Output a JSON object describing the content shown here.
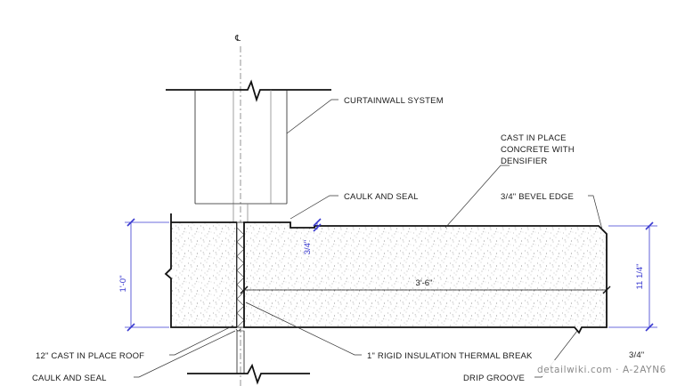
{
  "symbols": {
    "centerline": "℄"
  },
  "labels": {
    "curtainwall": "CURTAINWALL SYSTEM",
    "concrete_line1": "CAST IN PLACE",
    "concrete_line2": "CONCRETE WITH",
    "concrete_line3": "DENSIFIER",
    "caulk_top": "CAULK AND SEAL",
    "bevel_edge": "3/4\" BEVEL EDGE",
    "roof": "12\" CAST IN PLACE ROOF",
    "caulk_bottom": "CAULK AND SEAL",
    "insulation": "1\" RIGID INSULATION THERMAL BREAK",
    "drip_groove": "DRIP GROOVE",
    "partial_dim": "3/4\""
  },
  "dimensions": {
    "slab_height": "1'-0\"",
    "bevel": "3/4\"",
    "projection": "3'-6\"",
    "ledge_height": "11 1/4\""
  },
  "watermark": "detailwiki.com · A-2AYN6",
  "colors": {
    "dimension": "#3a3ad0",
    "linework": "#111111",
    "hatch": "#9a9a9a"
  }
}
